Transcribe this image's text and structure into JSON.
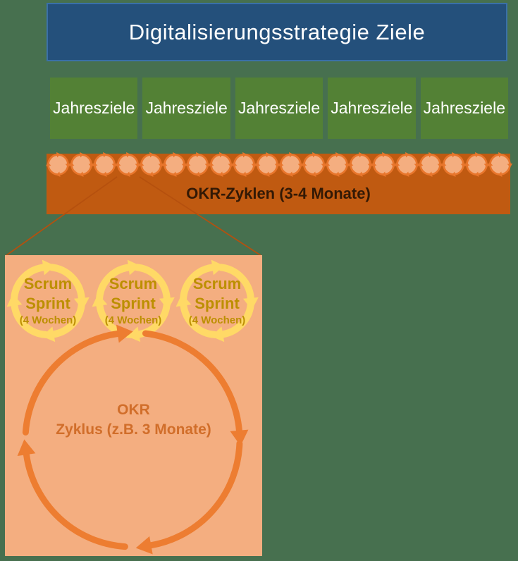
{
  "title": "Digitalisierungsstrategie Ziele",
  "annual_goals": {
    "items": [
      "Jahresziele",
      "Jahresziele",
      "Jahresziele",
      "Jahresziele",
      "Jahresziele"
    ]
  },
  "okr_bar": {
    "label": "OKR-Zyklen (3-4 Monate)",
    "cycle_icon_count": 20,
    "cycle_icon_name": "cycle-arrows-icon"
  },
  "zoom_detail": {
    "scrum_sprints": [
      {
        "title": "Scrum",
        "subtitle": "Sprint",
        "duration": "(4 Wochen)"
      },
      {
        "title": "Scrum",
        "subtitle": "Sprint",
        "duration": "(4 Wochen)"
      },
      {
        "title": "Scrum",
        "subtitle": "Sprint",
        "duration": "(4 Wochen)"
      }
    ],
    "okr_cycle": {
      "title": "OKR",
      "subtitle": "Zyklus (z.B. 3 Monate)"
    }
  },
  "colors": {
    "background": "#47704F",
    "title_bg": "#24507B",
    "title_border": "#3A70A8",
    "title_text": "#FFFFFF",
    "goal_bg": "#538135",
    "goal_text": "#FFFFFF",
    "bar_bg": "#C05A11",
    "bar_text": "#331905",
    "cycle_icon_fill": "#F4AE80",
    "cycle_icon_arrow": "#E8762C",
    "zoom_box_bg": "#F4AE80",
    "callout_line": "#B5500E",
    "sprint_arrow": "#FFD966",
    "sprint_text": "#BC8F00",
    "okr_arrow": "#ED7D31",
    "okr_text": "#D16E2A"
  }
}
